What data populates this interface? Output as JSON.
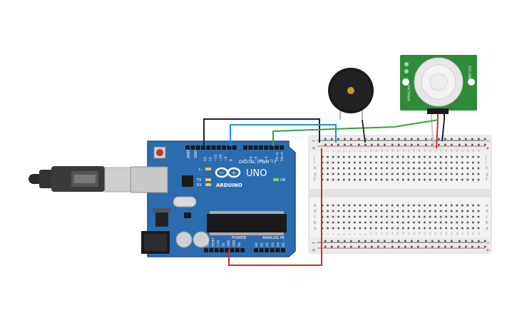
{
  "arduino": {
    "model": "UNO",
    "brand": "ARDUINO",
    "digital_header": "DIGITAL (PWM ~)",
    "aref": "AREF",
    "gnd": "GND",
    "pins_top": [
      "13",
      "12",
      "~11",
      "~10",
      "~9",
      "8",
      "7",
      "~6",
      "~5",
      "4",
      "~3",
      "2",
      "TX→1",
      "RX←0"
    ],
    "tx": "TX",
    "rx": "RX",
    "l": "L",
    "on": "ON",
    "power_header": "POWER",
    "analog_header": "ANALOG IN",
    "power_pins": [
      "IOREF",
      "RESET",
      "3.3V",
      "5V",
      "GND",
      "GND",
      "Vin"
    ],
    "analog_pins": [
      "A0",
      "A1",
      "A2",
      "A3",
      "A4",
      "A5"
    ]
  },
  "breadboard": {
    "rows_top": [
      "j",
      "i",
      "h",
      "g",
      "f"
    ],
    "rows_bottom": [
      "e",
      "d",
      "c",
      "b",
      "a"
    ],
    "rail_minus": "−",
    "rail_plus": "+",
    "columns": 30
  },
  "pir": {
    "label_left": "PARALLAX",
    "label_right": "555-28027"
  },
  "colors": {
    "board": "#2b6cb0",
    "board_dark": "#1f4f86",
    "pir_pcb": "#2e8b3a",
    "wire_black": "#222222",
    "wire_blue": "#1f8fd6",
    "wire_green": "#2fa83a",
    "wire_red": "#d62828"
  }
}
